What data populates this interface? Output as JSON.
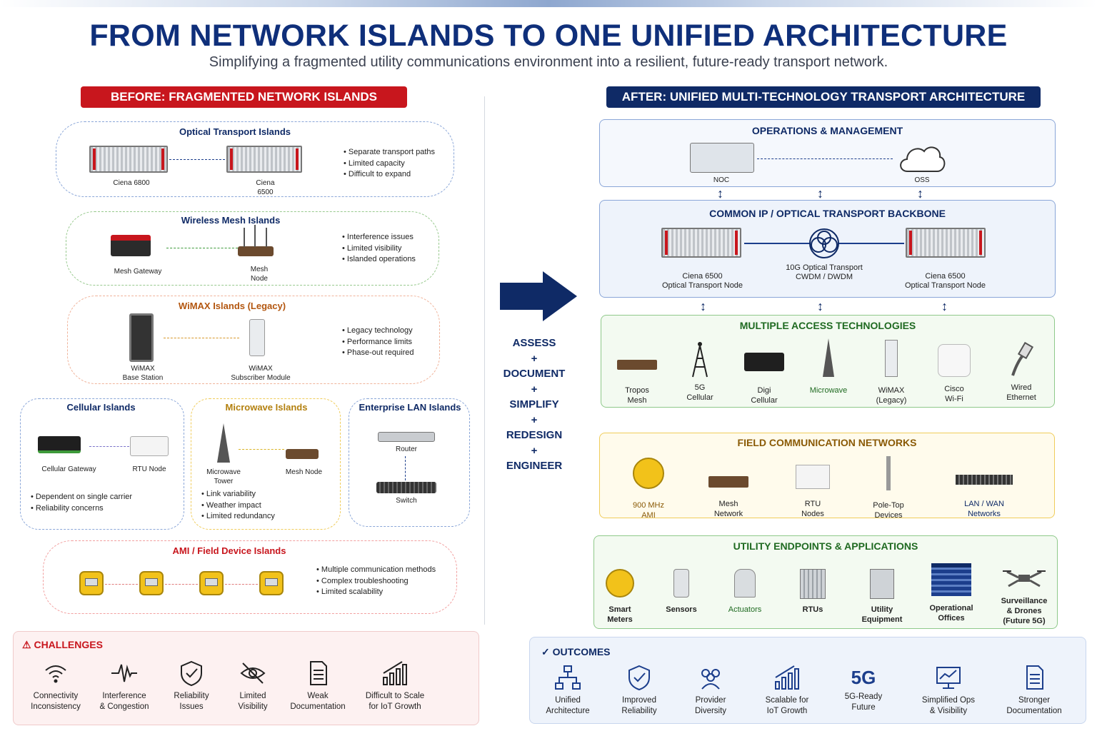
{
  "title": "FROM NETWORK ISLANDS TO ONE UNIFIED ARCHITECTURE",
  "subtitle": "Simplifying a fragmented utility communications environment into a resilient, future-ready transport network.",
  "colors": {
    "brand_navy": "#0f2a66",
    "title_blue": "#0f2f7a",
    "alert_red": "#c8161d"
  },
  "before": {
    "banner": "BEFORE: FRAGMENTED NETWORK ISLANDS",
    "optical": {
      "title": "Optical Transport Islands",
      "dev1": "Ciena 6800",
      "dev2": "Ciena\n6500",
      "bullets": [
        "Separate transport paths",
        "Limited capacity",
        "Difficult to expand"
      ]
    },
    "mesh": {
      "title": "Wireless Mesh Islands",
      "dev1": "Mesh Gateway",
      "dev2": "Mesh\nNode",
      "bullets": [
        "Interference issues",
        "Limited visibility",
        "Islanded operations"
      ]
    },
    "wimax": {
      "title": "WiMAX Islands (Legacy)",
      "dev1": "WiMAX\nBase Station",
      "dev2": "WiMAX\nSubscriber Module",
      "bullets": [
        "Legacy technology",
        "Performance limits",
        "Phase-out required"
      ]
    },
    "cellular": {
      "title": "Cellular Islands",
      "dev1": "Cellular Gateway",
      "dev2": "RTU Node",
      "bullets": [
        "Dependent on single carrier",
        "Reliability concerns"
      ]
    },
    "microwave": {
      "title": "Microwave Islands",
      "dev1": "Microwave\nTower",
      "dev2": "Mesh Node",
      "bullets": [
        "Link variability",
        "Weather impact",
        "Limited redundancy"
      ]
    },
    "lan": {
      "title": "Enterprise LAN Islands",
      "dev1": "Router",
      "dev2": "Switch"
    },
    "ami": {
      "title": "AMI / Field Device Islands",
      "bullets": [
        "Multiple communication methods",
        "Complex troubleshooting",
        "Limited scalability"
      ]
    }
  },
  "steps": [
    "ASSESS",
    "+",
    "DOCUMENT",
    "+",
    "SIMPLIFY",
    "+",
    "REDESIGN",
    "+",
    "ENGINEER"
  ],
  "after": {
    "banner": "AFTER: UNIFIED MULTI-TECHNOLOGY TRANSPORT ARCHITECTURE",
    "ops": {
      "title": "OPERATIONS & MANAGEMENT",
      "noc": "NOC",
      "oss": "OSS"
    },
    "backbone": {
      "title": "COMMON IP / OPTICAL TRANSPORT BACKBONE",
      "left": "Ciena 6500\nOptical Transport Node",
      "center": "10G Optical Transport\nCWDM / DWDM",
      "right": "Ciena 6500\nOptical Transport Node"
    },
    "access": {
      "title": "MULTIPLE ACCESS TECHNOLOGIES",
      "items": [
        "Tropos\nMesh",
        "5G\nCellular",
        "Digi\nCellular",
        "Microwave",
        "WiMAX\n(Legacy)",
        "Cisco\nWi-Fi",
        "Wired\nEthernet"
      ]
    },
    "field": {
      "title": "FIELD COMMUNICATION NETWORKS",
      "items": [
        "900 MHz\nAMI",
        "Mesh\nNetwork",
        "RTU\nNodes",
        "Pole-Top\nDevices",
        "LAN / WAN\nNetworks"
      ]
    },
    "endpoints": {
      "title": "UTILITY ENDPOINTS & APPLICATIONS",
      "items": [
        "Smart\nMeters",
        "Sensors",
        "Actuators",
        "RTUs",
        "Utility\nEquipment",
        "Operational\nOffices",
        "Surveillance\n& Drones\n(Future 5G)"
      ]
    }
  },
  "challenges": {
    "title": "CHALLENGES",
    "items": [
      "Connectivity\nInconsistency",
      "Interference\n& Congestion",
      "Reliability\nIssues",
      "Limited\nVisibility",
      "Weak\nDocumentation",
      "Difficult to Scale\nfor IoT Growth"
    ]
  },
  "outcomes": {
    "title": "OUTCOMES",
    "items": [
      "Unified\nArchitecture",
      "Improved\nReliability",
      "Provider\nDiversity",
      "Scalable for\nIoT Growth",
      "5G-Ready\nFuture",
      "Simplified Ops\n& Visibility",
      "Stronger\nDocumentation"
    ],
    "fiveg_glyph": "5G"
  }
}
